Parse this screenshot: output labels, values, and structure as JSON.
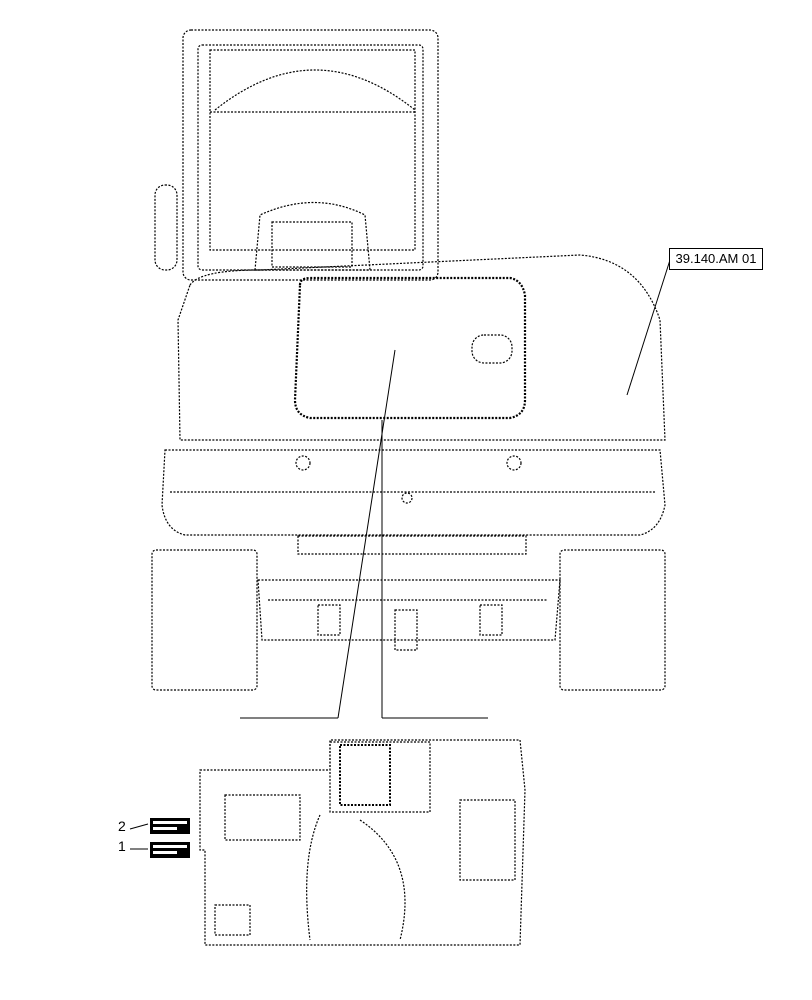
{
  "reference_label": "39.140.AM 01",
  "callouts": [
    {
      "number": "2"
    },
    {
      "number": "1"
    }
  ],
  "colors": {
    "line": "#000000",
    "background": "#ffffff"
  }
}
